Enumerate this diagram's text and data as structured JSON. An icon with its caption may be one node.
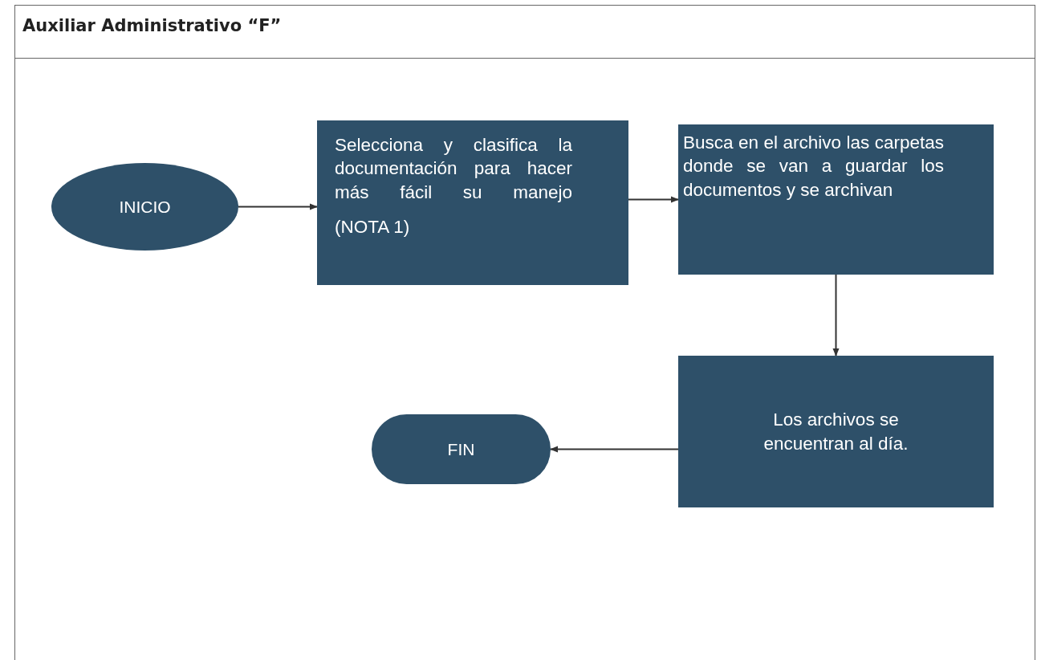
{
  "diagram": {
    "title": "Auxiliar Administrativo “F”",
    "nodes": [
      {
        "text": [
          "INICIO"
        ]
      },
      {
        "text": [
          "Selecciona y clasifica la documentación para hacer más fácil su manejo",
          "(NOTA 1)"
        ]
      },
      {
        "text": [
          "Busca en el archivo las carpetas donde se van a guardar los documentos y se archivan"
        ]
      },
      {
        "text": [
          "Los archivos se encuentran al día."
        ]
      },
      {
        "text": [
          "FIN"
        ]
      }
    ],
    "edges": [
      {
        "from": 0,
        "to": 1,
        "arrow": "to"
      },
      {
        "from": 1,
        "to": 2,
        "arrow": "to"
      },
      {
        "from": 2,
        "to": 3,
        "arrow": "to"
      },
      {
        "from": 3,
        "to": 4,
        "arrow": "to"
      }
    ]
  }
}
